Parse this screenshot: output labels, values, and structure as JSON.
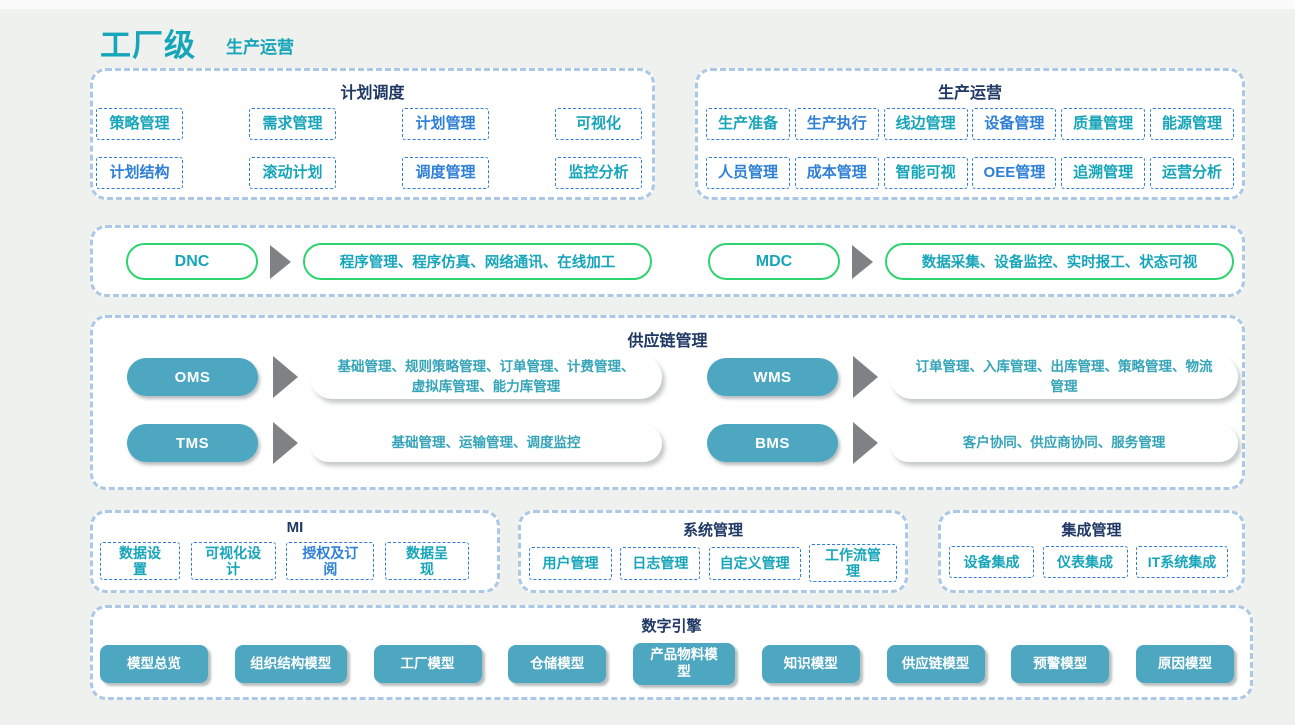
{
  "page": {
    "title": "工厂级",
    "subtitle": "生产运营"
  },
  "colors": {
    "teal_text": "#17A5BA",
    "blue_text": "#2E7FD6",
    "navy_title": "#1F3864",
    "green_border": "#2DD36F",
    "teal_fill": "#4EA7C1",
    "arrow_gray": "#7F8284",
    "outer_dashed_border": "#ABC8E6",
    "inner_dashed_border": "#2F7ED2",
    "background": "#EFF1EE"
  },
  "plan_box": {
    "title": "计划调度",
    "items": [
      {
        "label": "策略管理",
        "color": "teal"
      },
      {
        "label": "需求管理",
        "color": "teal"
      },
      {
        "label": "计划管理",
        "color": "blue"
      },
      {
        "label": "可视化",
        "color": "teal"
      },
      {
        "label": "计划结构",
        "color": "blue"
      },
      {
        "label": "滚动计划",
        "color": "teal"
      },
      {
        "label": "调度管理",
        "color": "blue"
      },
      {
        "label": "监控分析",
        "color": "teal"
      }
    ]
  },
  "production_box": {
    "title": "生产运营",
    "items": [
      {
        "label": "生产准备",
        "color": "teal"
      },
      {
        "label": "生产执行",
        "color": "blue"
      },
      {
        "label": "线边管理",
        "color": "teal"
      },
      {
        "label": "设备管理",
        "color": "blue"
      },
      {
        "label": "质量管理",
        "color": "teal"
      },
      {
        "label": "能源管理",
        "color": "teal"
      },
      {
        "label": "人员管理",
        "color": "blue"
      },
      {
        "label": "成本管理",
        "color": "blue"
      },
      {
        "label": "智能可视",
        "color": "teal"
      },
      {
        "label": "OEE管理",
        "color": "blue"
      },
      {
        "label": "追溯管理",
        "color": "teal"
      },
      {
        "label": "运营分析",
        "color": "teal"
      }
    ]
  },
  "dnc_mdc": {
    "groups": [
      {
        "abbr": "DNC",
        "desc": "程序管理、程序仿真、网络通讯、在线加工"
      },
      {
        "abbr": "MDC",
        "desc": "数据采集、设备监控、实时报工、状态可视"
      }
    ]
  },
  "supply_chain": {
    "title": "供应链管理",
    "groups": [
      {
        "abbr": "OMS",
        "desc": "基础管理、规则策略管理、订单管理、计费管理、\n虚拟库管理、能力库管理"
      },
      {
        "abbr": "WMS",
        "desc": "订单管理、入库管理、出库管理、策略管理、物流\n管理"
      },
      {
        "abbr": "TMS",
        "desc": "基础管理、运输管理、调度监控"
      },
      {
        "abbr": "BMS",
        "desc": "客户协同、供应商协同、服务管理"
      }
    ]
  },
  "mi_box": {
    "title": "MI",
    "items": [
      {
        "label": "数据设\n置",
        "color": "teal"
      },
      {
        "label": "可视化设\n计",
        "color": "teal"
      },
      {
        "label": "授权及订\n阅",
        "color": "blue"
      },
      {
        "label": "数据呈\n现",
        "color": "teal"
      }
    ]
  },
  "system_box": {
    "title": "系统管理",
    "items": [
      {
        "label": "用户管理",
        "color": "teal"
      },
      {
        "label": "日志管理",
        "color": "teal"
      },
      {
        "label": "自定义管理",
        "color": "teal"
      },
      {
        "label": "工作流管\n理",
        "color": "teal"
      }
    ]
  },
  "integration_box": {
    "title": "集成管理",
    "items": [
      {
        "label": "设备集成",
        "color": "teal"
      },
      {
        "label": "仪表集成",
        "color": "teal"
      },
      {
        "label": "IT系统集成",
        "color": "teal"
      }
    ]
  },
  "digital_engine": {
    "title": "数字引擎",
    "buttons": [
      "模型总览",
      "组织结构模型",
      "工厂模型",
      "仓储模型",
      "产品物料模\n型",
      "知识模型",
      "供应链模型",
      "预警模型",
      "原因模型"
    ]
  }
}
